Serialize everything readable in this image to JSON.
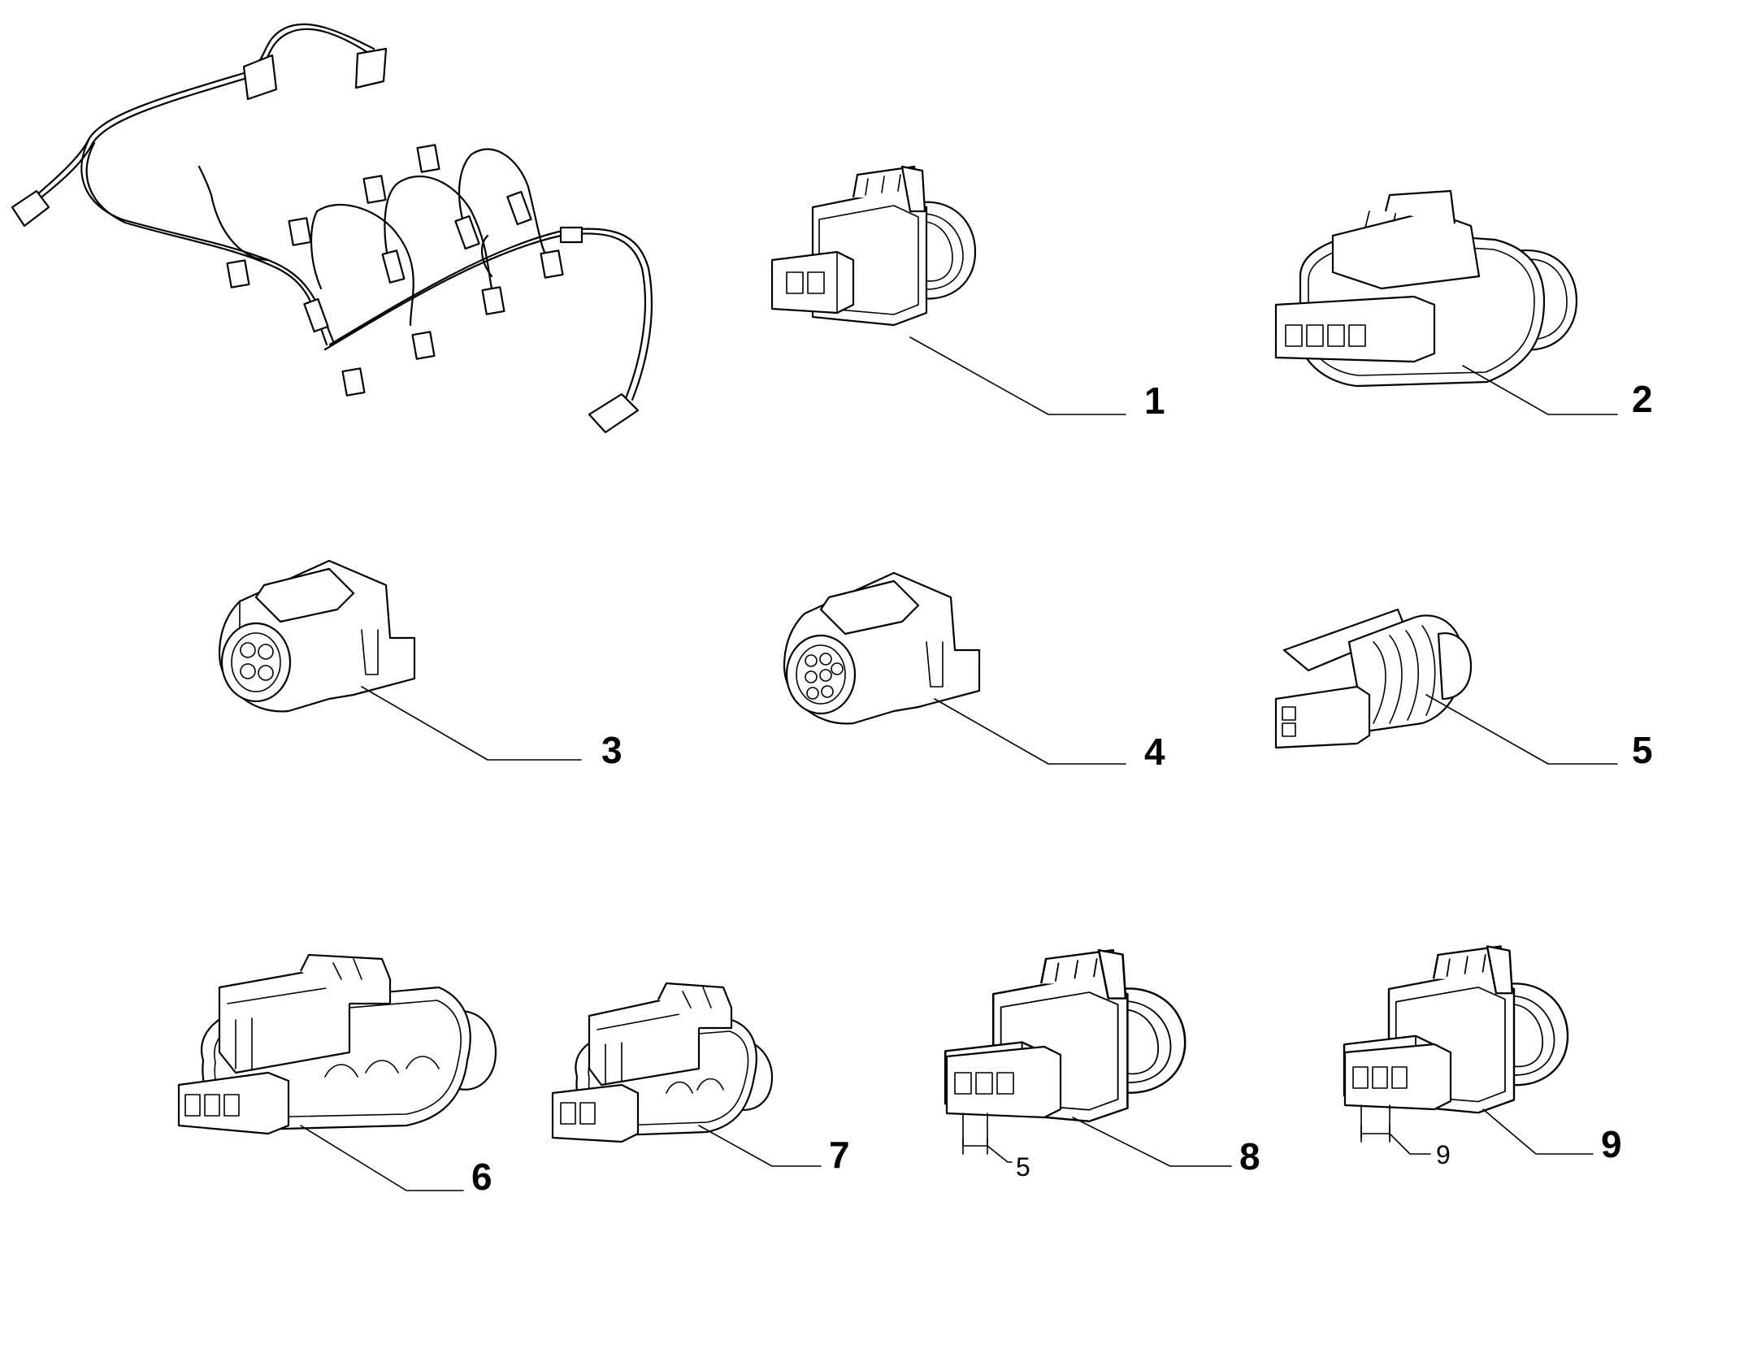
{
  "diagram": {
    "callouts": [
      {
        "id": "1",
        "label": "1"
      },
      {
        "id": "2",
        "label": "2"
      },
      {
        "id": "3",
        "label": "3"
      },
      {
        "id": "4",
        "label": "4"
      },
      {
        "id": "5",
        "label": "5"
      },
      {
        "id": "6",
        "label": "6"
      },
      {
        "id": "7",
        "label": "7"
      },
      {
        "id": "8",
        "label": "8"
      },
      {
        "id": "9",
        "label": "9"
      }
    ],
    "dimensions": [
      {
        "for": "8",
        "label": "5"
      },
      {
        "for": "9",
        "label": "9"
      }
    ]
  }
}
